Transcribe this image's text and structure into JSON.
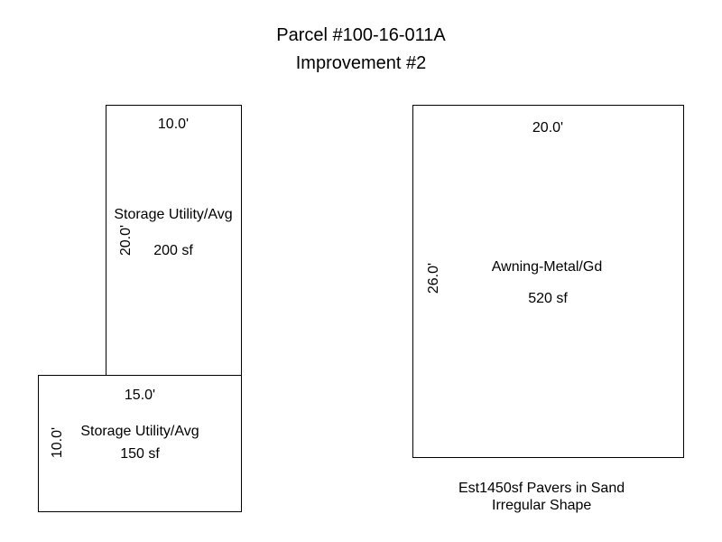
{
  "header": {
    "parcel": "Parcel #100-16-011A",
    "improvement": "Improvement #2"
  },
  "structures": [
    {
      "top_dim": "10.0'",
      "side_dim": "20.0'",
      "type": "Storage Utility/Avg",
      "area": "200 sf"
    },
    {
      "top_dim": "15.0'",
      "side_dim": "10.0'",
      "type": "Storage Utility/Avg",
      "area": "150 sf"
    },
    {
      "top_dim": "20.0'",
      "side_dim": "26.0'",
      "type": "Awning-Metal/Gd",
      "area": "520 sf"
    }
  ],
  "notes": {
    "line1": "Est1450sf Pavers in Sand",
    "line2": "Irregular Shape"
  }
}
